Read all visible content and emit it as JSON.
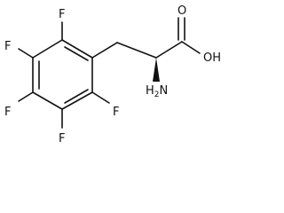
{
  "molecule": {
    "atoms": {
      "f_top": "F",
      "f_upper_left": "F",
      "f_lower_left": "F",
      "f_bottom": "F",
      "f_right": "F",
      "hydroxyl": "OH",
      "carbonyl_o": "O",
      "amine_main": "H",
      "amine_sub": "2",
      "amine_n": "N"
    }
  }
}
